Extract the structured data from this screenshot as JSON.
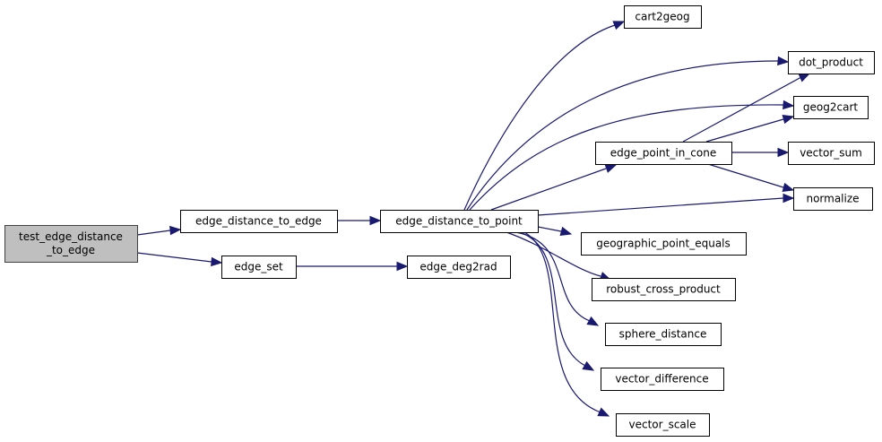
{
  "graph": {
    "title": "Call graph of test_edge_distance_to_edge",
    "colors": {
      "edge": "#191970",
      "root_fill": "#bfbfbf",
      "node_fill": "#ffffff",
      "border": "#000000"
    },
    "nodes": [
      {
        "id": "test_edge_distance_to_edge",
        "lines": [
          "test_edge_distance",
          "_to_edge"
        ],
        "root": true
      },
      {
        "id": "edge_distance_to_edge",
        "lines": [
          "edge_distance_to_edge"
        ]
      },
      {
        "id": "edge_set",
        "lines": [
          "edge_set"
        ]
      },
      {
        "id": "edge_distance_to_point",
        "lines": [
          "edge_distance_to_point"
        ]
      },
      {
        "id": "edge_deg2rad",
        "lines": [
          "edge_deg2rad"
        ]
      },
      {
        "id": "cart2geog",
        "lines": [
          "cart2geog"
        ]
      },
      {
        "id": "dot_product",
        "lines": [
          "dot_product"
        ]
      },
      {
        "id": "geog2cart",
        "lines": [
          "geog2cart"
        ]
      },
      {
        "id": "edge_point_in_cone",
        "lines": [
          "edge_point_in_cone"
        ]
      },
      {
        "id": "vector_sum",
        "lines": [
          "vector_sum"
        ]
      },
      {
        "id": "normalize",
        "lines": [
          "normalize"
        ]
      },
      {
        "id": "geographic_point_equals",
        "lines": [
          "geographic_point_equals"
        ]
      },
      {
        "id": "robust_cross_product",
        "lines": [
          "robust_cross_product"
        ]
      },
      {
        "id": "sphere_distance",
        "lines": [
          "sphere_distance"
        ]
      },
      {
        "id": "vector_difference",
        "lines": [
          "vector_difference"
        ]
      },
      {
        "id": "vector_scale",
        "lines": [
          "vector_scale"
        ]
      }
    ],
    "edges": [
      [
        "test_edge_distance_to_edge",
        "edge_distance_to_edge"
      ],
      [
        "test_edge_distance_to_edge",
        "edge_set"
      ],
      [
        "edge_distance_to_edge",
        "edge_distance_to_point"
      ],
      [
        "edge_set",
        "edge_deg2rad"
      ],
      [
        "edge_distance_to_point",
        "cart2geog"
      ],
      [
        "edge_distance_to_point",
        "dot_product"
      ],
      [
        "edge_distance_to_point",
        "geog2cart"
      ],
      [
        "edge_distance_to_point",
        "edge_point_in_cone"
      ],
      [
        "edge_distance_to_point",
        "normalize"
      ],
      [
        "edge_distance_to_point",
        "geographic_point_equals"
      ],
      [
        "edge_distance_to_point",
        "robust_cross_product"
      ],
      [
        "edge_distance_to_point",
        "sphere_distance"
      ],
      [
        "edge_distance_to_point",
        "vector_difference"
      ],
      [
        "edge_distance_to_point",
        "vector_scale"
      ],
      [
        "edge_point_in_cone",
        "dot_product"
      ],
      [
        "edge_point_in_cone",
        "geog2cart"
      ],
      [
        "edge_point_in_cone",
        "vector_sum"
      ],
      [
        "edge_point_in_cone",
        "normalize"
      ]
    ]
  }
}
